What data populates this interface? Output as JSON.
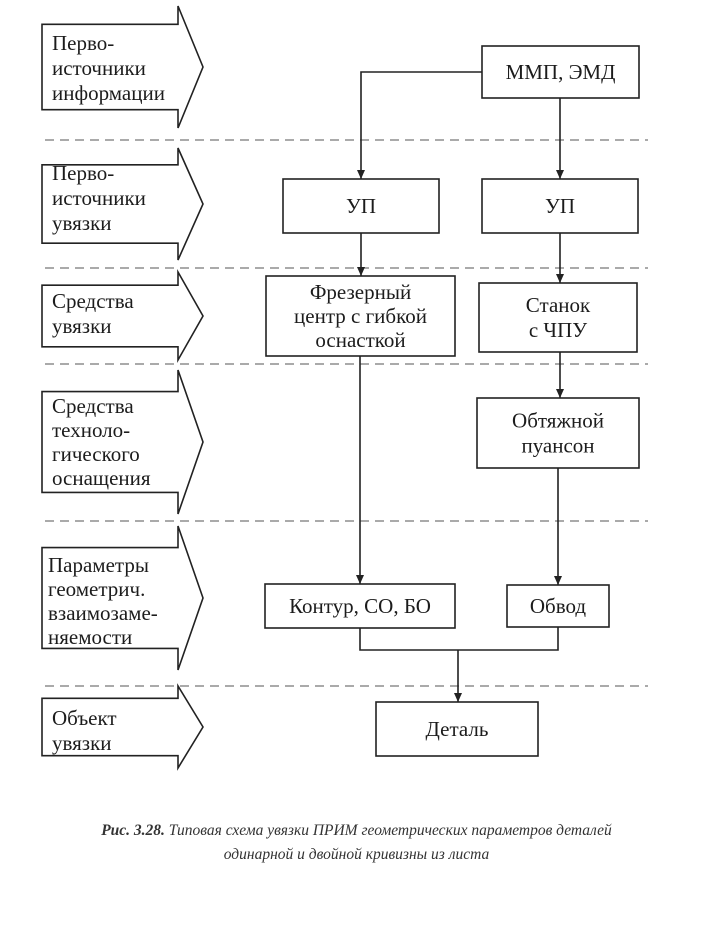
{
  "stages": [
    {
      "id": "s1",
      "lines": [
        "Перво-",
        "источники",
        "информации"
      ]
    },
    {
      "id": "s2",
      "lines": [
        "Перво-",
        "источники",
        "увязки"
      ]
    },
    {
      "id": "s3",
      "lines": [
        "Средства",
        "увязки"
      ]
    },
    {
      "id": "s4",
      "lines": [
        "Средства",
        "техноло-",
        "гического",
        "оснащения"
      ]
    },
    {
      "id": "s5",
      "lines": [
        "Параметры",
        "геометрич.",
        "взаимозаме-",
        "няемости"
      ]
    },
    {
      "id": "s6",
      "lines": [
        "Объект",
        "увязки"
      ]
    }
  ],
  "boxes": [
    {
      "id": "mmp",
      "lines": [
        "ММП, ЭМД"
      ]
    },
    {
      "id": "up1",
      "lines": [
        "УП"
      ]
    },
    {
      "id": "up2",
      "lines": [
        "УП"
      ]
    },
    {
      "id": "mill",
      "lines": [
        "Фрезерный",
        "центр с гибкой",
        "оснасткой"
      ]
    },
    {
      "id": "cnc",
      "lines": [
        "Станок",
        "с ЧПУ"
      ]
    },
    {
      "id": "punch",
      "lines": [
        "Обтяжной",
        "пуансон"
      ]
    },
    {
      "id": "contour",
      "lines": [
        "Контур, СО, БО"
      ]
    },
    {
      "id": "obvod",
      "lines": [
        "Обвод"
      ]
    },
    {
      "id": "detail",
      "lines": [
        "Деталь"
      ]
    }
  ],
  "caption": {
    "number": "Рис. 3.28.",
    "line1": "Типовая схема увязки ПРИМ геометрических параметров деталей",
    "line2": "одинарной и двойной кривизны из листа"
  }
}
